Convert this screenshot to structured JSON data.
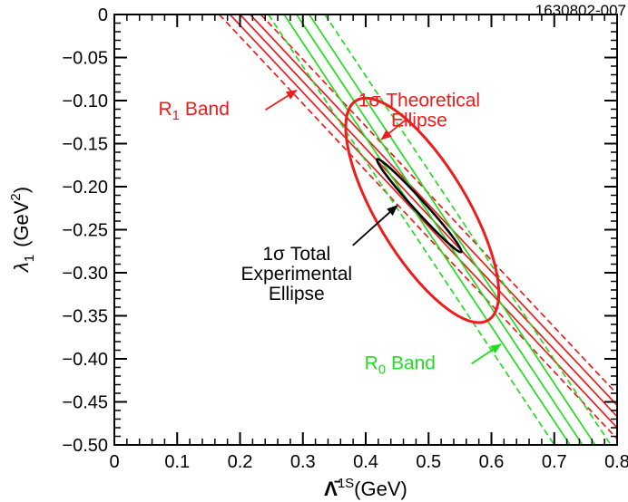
{
  "figure_id": "1630802-007",
  "colors": {
    "red": "#ee1c1c",
    "green": "#22dd22",
    "black": "#000000"
  },
  "chart_data": {
    "type": "line",
    "xlabel": {
      "main": "Λ̄",
      "sup": "1S",
      "unit": "(GeV)"
    },
    "ylabel": {
      "main": "λ",
      "sub": "1",
      "unit": "(GeV",
      "sup": "2",
      "close": ")"
    },
    "xlim": [
      0,
      0.8
    ],
    "ylim": [
      -0.5,
      0
    ],
    "x_ticks": [
      "0",
      "0.1",
      "0.2",
      "0.3",
      "0.4",
      "0.5",
      "0.6",
      "0.7",
      "0.8"
    ],
    "y_ticks": [
      "0",
      "−0.05",
      "−0.10",
      "−0.15",
      "−0.20",
      "−0.25",
      "−0.30",
      "−0.35",
      "−0.40",
      "−0.45",
      "−0.50"
    ],
    "series": [
      {
        "name": "R1 Band",
        "role": "center",
        "color": "red",
        "dashed": false,
        "x": [
          0.2,
          0.8
        ],
        "y": [
          0.0,
          -0.467
        ]
      },
      {
        "name": "R1 Band",
        "role": "inner edge",
        "color": "red",
        "dashed": false,
        "x": [
          0.216,
          0.8
        ],
        "y": [
          0.0,
          -0.454
        ]
      },
      {
        "name": "R1 Band",
        "role": "inner edge",
        "color": "red",
        "dashed": false,
        "x": [
          0.184,
          0.8
        ],
        "y": [
          0.0,
          -0.48
        ]
      },
      {
        "name": "R1 Band",
        "role": "outer edge",
        "color": "red",
        "dashed": true,
        "x": [
          0.233,
          0.8
        ],
        "y": [
          0.0,
          -0.441
        ]
      },
      {
        "name": "R1 Band",
        "role": "outer edge",
        "color": "red",
        "dashed": true,
        "x": [
          0.167,
          0.8
        ],
        "y": [
          0.0,
          -0.493
        ]
      },
      {
        "name": "R0 Band",
        "role": "center",
        "color": "green",
        "dashed": false,
        "x": [
          0.29,
          0.745
        ],
        "y": [
          0.0,
          -0.5
        ]
      },
      {
        "name": "R0 Band",
        "role": "inner edge",
        "color": "green",
        "dashed": false,
        "x": [
          0.31,
          0.765
        ],
        "y": [
          0.0,
          -0.5
        ]
      },
      {
        "name": "R0 Band",
        "role": "inner edge",
        "color": "green",
        "dashed": false,
        "x": [
          0.27,
          0.725
        ],
        "y": [
          0.0,
          -0.5
        ]
      },
      {
        "name": "R0 Band",
        "role": "outer edge",
        "color": "green",
        "dashed": true,
        "x": [
          0.335,
          0.79
        ],
        "y": [
          0.0,
          -0.5
        ]
      },
      {
        "name": "R0 Band",
        "role": "outer edge",
        "color": "green",
        "dashed": true,
        "x": [
          0.245,
          0.7
        ],
        "y": [
          0.0,
          -0.5
        ]
      }
    ],
    "ellipses": [
      {
        "name": "1σ Theoretical Ellipse",
        "color": "red",
        "center": [
          0.48,
          -0.225
        ],
        "axis_end_1": [
          0.385,
          -0.1
        ],
        "axis_end_2": [
          0.595,
          -0.355
        ],
        "half_width_in_x_at_center": 0.082
      },
      {
        "name": "1σ Total Experimental Ellipse",
        "color": "black",
        "center": [
          0.485,
          -0.222
        ],
        "axis_end_1": [
          0.418,
          -0.168
        ],
        "axis_end_2": [
          0.552,
          -0.276
        ],
        "half_width_in_x_at_center": 0.012
      }
    ],
    "annotations": [
      {
        "id": "r1",
        "lines": [
          {
            "text": "R",
            "sub": "1",
            "rest": " Band"
          }
        ],
        "color": "red",
        "x": 0.07,
        "y": -0.117,
        "arrow_to": [
          0.29,
          -0.088
        ]
      },
      {
        "id": "theo",
        "lines": [
          {
            "text": "1σ Theoretical"
          },
          {
            "text": "Ellipse"
          }
        ],
        "color": "red",
        "x": 0.485,
        "y": -0.107,
        "arrow_to": [
          0.425,
          -0.145
        ]
      },
      {
        "id": "exp",
        "lines": [
          {
            "text": "1σ Total"
          },
          {
            "text": "Experimental"
          },
          {
            "text": "Ellipse"
          }
        ],
        "color": "black",
        "x": 0.29,
        "y": -0.285,
        "arrow_to": [
          0.45,
          -0.222
        ]
      },
      {
        "id": "r0",
        "lines": [
          {
            "text": "R",
            "sub": "0",
            "rest": " Band"
          }
        ],
        "color": "green",
        "x": 0.398,
        "y": -0.412,
        "arrow_to": [
          0.615,
          -0.383
        ]
      }
    ]
  }
}
